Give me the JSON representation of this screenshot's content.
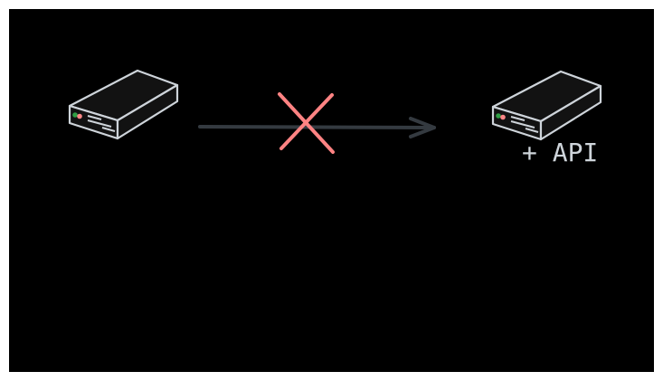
{
  "labels": {
    "api": "+ API"
  },
  "colors": {
    "background": "#000000",
    "stroke": "#ced4da",
    "arrow": "#343a40",
    "cross": "#ff8383",
    "led_green": "#2f9e44",
    "led_red": "#ff8787"
  },
  "nodes": [
    {
      "id": "server-left",
      "icon": "server-icon"
    },
    {
      "id": "server-right",
      "icon": "server-icon"
    }
  ],
  "edges": [
    {
      "from": "server-left",
      "to": "server-right",
      "blocked": true
    }
  ]
}
